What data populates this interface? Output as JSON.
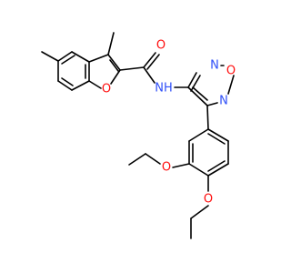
{
  "molecule": {
    "atoms": [
      {
        "id": "o_carbonyl",
        "label": "O",
        "color": "#ff0d0d"
      },
      {
        "id": "o_furan",
        "label": "O",
        "color": "#ff0d0d"
      },
      {
        "id": "nh_amide",
        "label": "NH",
        "color": "#3050f8"
      },
      {
        "id": "n_oxadiazole_a",
        "label": "N",
        "color": "#3050f8"
      },
      {
        "id": "o_oxadiazole",
        "label": "O",
        "color": "#ff0d0d"
      },
      {
        "id": "n_oxadiazole_b",
        "label": "N",
        "color": "#3050f8"
      },
      {
        "id": "o_ethoxy_1",
        "label": "O",
        "color": "#ff0d0d"
      },
      {
        "id": "o_ethoxy_2",
        "label": "O",
        "color": "#ff0d0d"
      }
    ],
    "colors": {
      "bond": "#000000",
      "oxygen": "#ff0d0d",
      "nitrogen": "#3050f8",
      "background": "#ffffff"
    }
  }
}
